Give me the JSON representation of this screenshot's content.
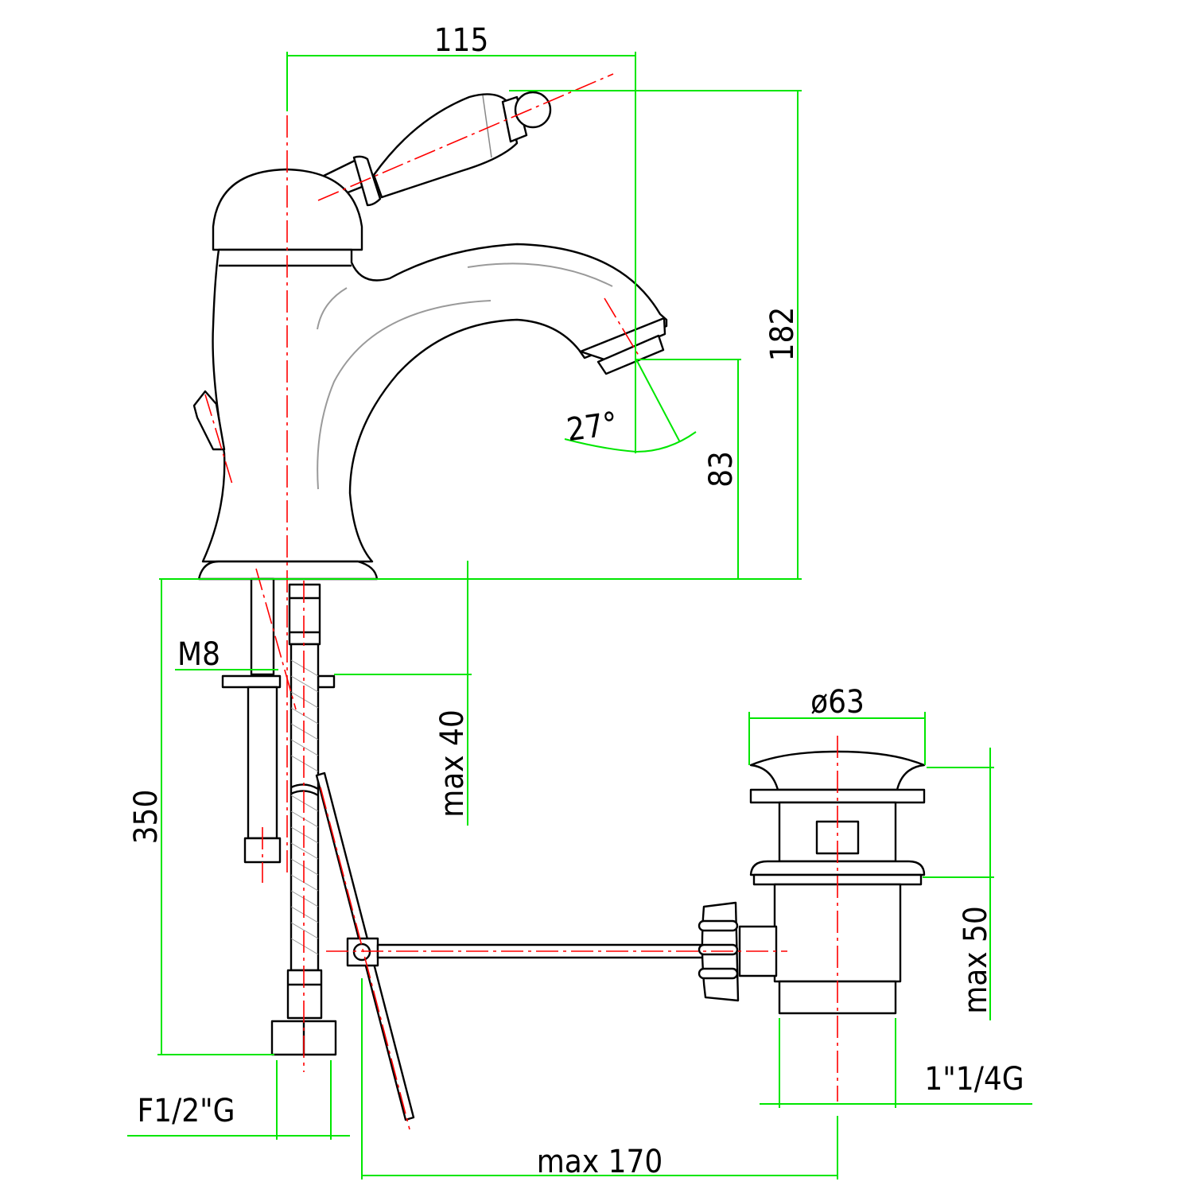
{
  "drawing": {
    "title": "Bidet mixer with pop-up waste - technical drawing",
    "dimensions": {
      "width_115": "115",
      "height_182": "182",
      "spout_height_83": "83",
      "angle_27": "27°",
      "thread_m8": "M8",
      "max_40": "max  40",
      "hose_350": "350",
      "diameter_63": "ø63",
      "max_50": "max  50",
      "waste_thread": "1\"1/4G",
      "inlet_thread": "F1/2\"G",
      "max_170": "max  170"
    },
    "colors": {
      "dimension": "#00e600",
      "centerline": "#ff0000",
      "outline": "#000000"
    }
  }
}
